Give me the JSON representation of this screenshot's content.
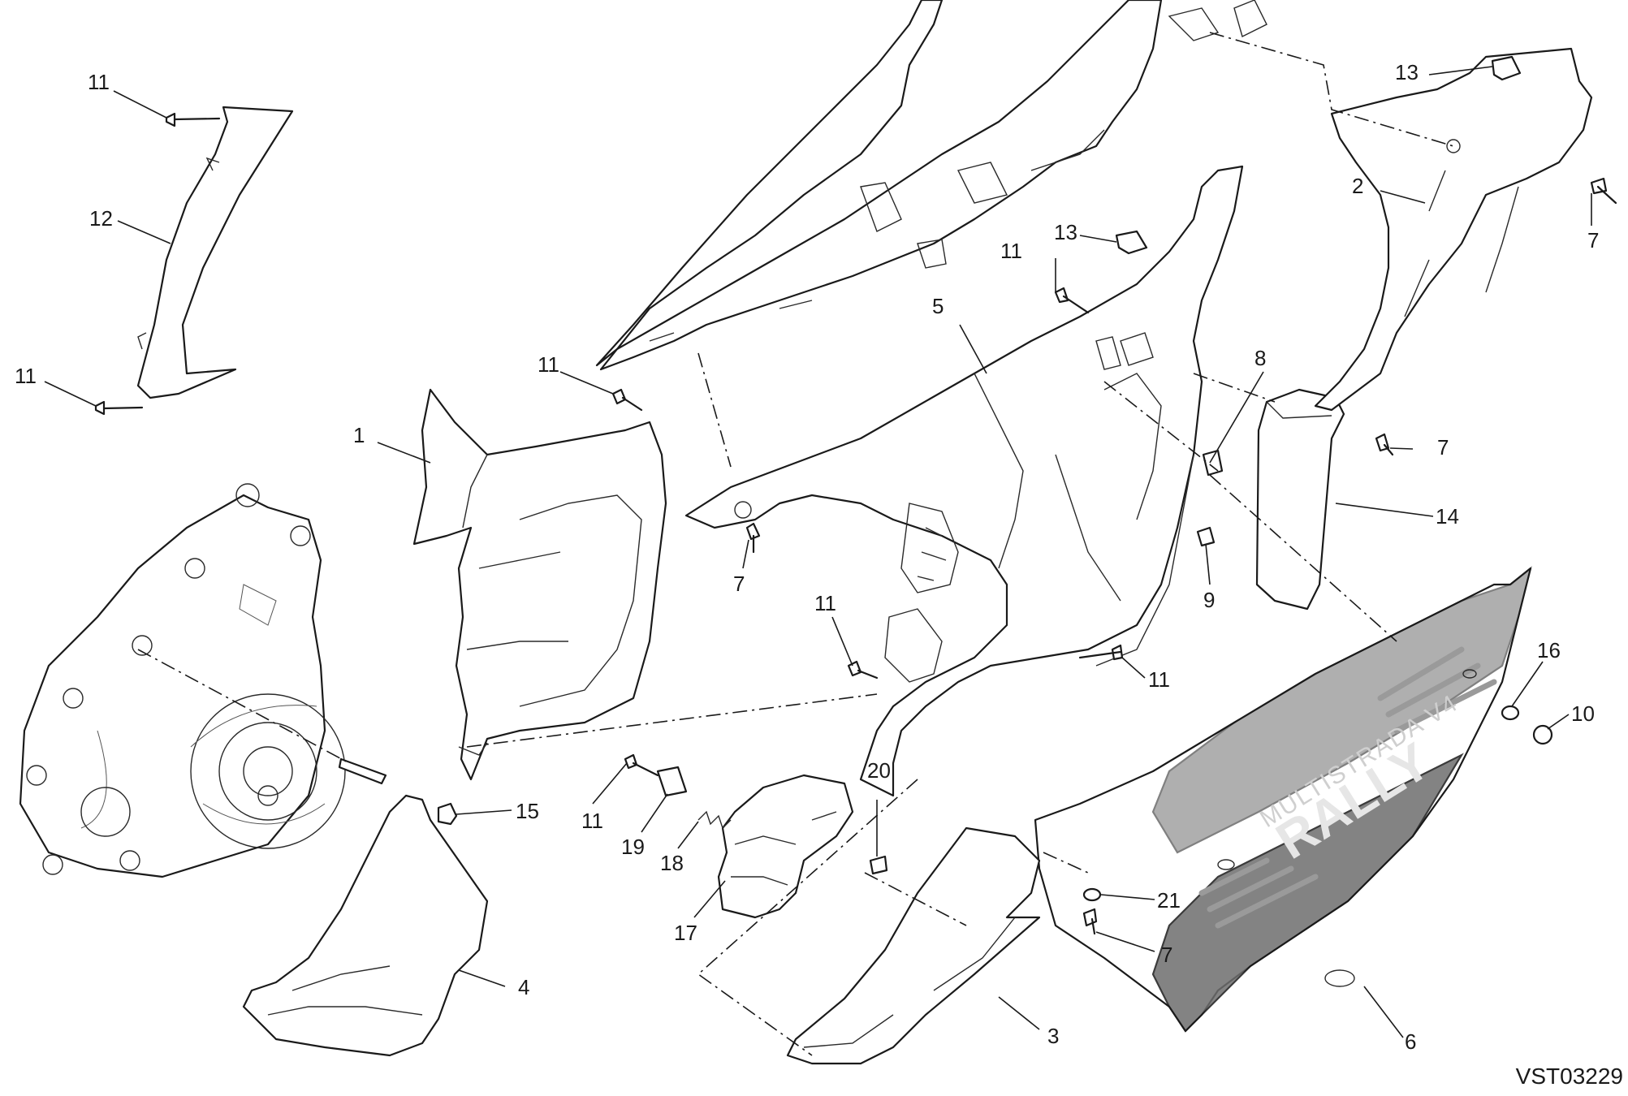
{
  "drawing_code": "VST03229",
  "callouts": {
    "c1": "1",
    "c2": "2",
    "c3": "3",
    "c4": "4",
    "c5": "5",
    "c6": "6",
    "c7a": "7",
    "c7b": "7",
    "c7c": "7",
    "c7d": "7",
    "c8": "8",
    "c9": "9",
    "c10": "10",
    "c11a": "11",
    "c11b": "11",
    "c11c": "11",
    "c11d": "11",
    "c11e": "11",
    "c11f": "11",
    "c11g": "11",
    "c12": "12",
    "c13a": "13",
    "c13b": "13",
    "c14": "14",
    "c15": "15",
    "c16": "16",
    "c17": "17",
    "c18": "18",
    "c19": "19",
    "c20": "20",
    "c21": "21"
  },
  "decal": {
    "model": "MULTISTRADA V4",
    "edition": "RALLY"
  }
}
